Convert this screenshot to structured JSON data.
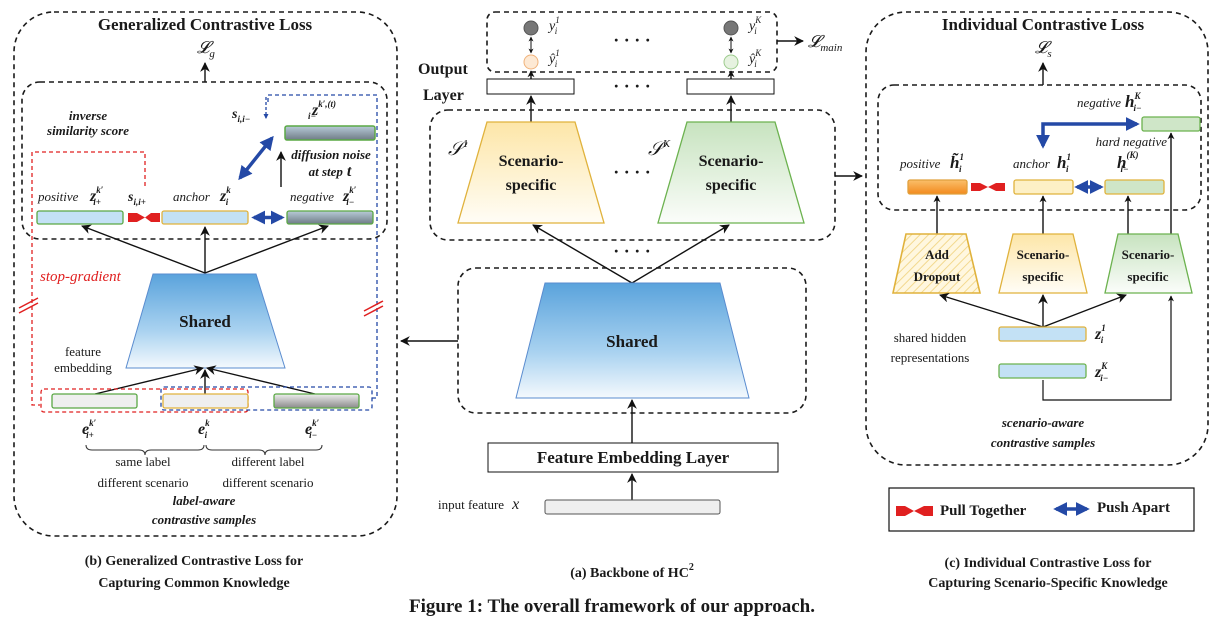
{
  "figure": {
    "caption": "Figure 1: The overall framework of our approach.",
    "colors": {
      "shared_top": "#5aa3dc",
      "shared_bottom": "#f4f9fd",
      "scenario1_stroke": "#e0b23c",
      "scenario1_fill": "#fde9b5",
      "scenarioK_stroke": "#6cb24f",
      "scenarioK_fill": "#cfe6c8",
      "pull_red": "#e02020",
      "push_blue": "#2449a6",
      "stop_gradient_red": "#e02020",
      "negative_blue_dash": "#2449a6"
    }
  },
  "panel_b": {
    "title": "Generalized Contrastive Loss",
    "loss_symbol": "𝓛",
    "loss_sub": "g",
    "inverse_label_1": "inverse",
    "inverse_label_2": "similarity score",
    "s_neg": "s",
    "s_neg_sub": "i,i−",
    "s_pos": "s",
    "s_pos_sub": "i,i+",
    "noisy_z": "z",
    "noisy_z_sup": "k′,(t)",
    "noisy_z_sub": "i−",
    "diffusion_1": "diffusion noise",
    "diffusion_2": "at step",
    "diffusion_t": "t",
    "positive_label": "positive",
    "anchor_label": "anchor",
    "negative_label": "negative",
    "z_pos": "z",
    "z_pos_sup": "k′",
    "z_pos_sub": "i+",
    "z_anchor": "z",
    "z_anchor_sup": "k",
    "z_anchor_sub": "i",
    "z_neg": "z",
    "z_neg_sup": "k′",
    "z_neg_sub": "i−",
    "stop_gradient": "stop-gradient",
    "shared_label": "Shared",
    "feature_embedding_1": "feature",
    "feature_embedding_2": "embedding",
    "e_pos": "e",
    "e_pos_sup": "k′",
    "e_pos_sub": "i+",
    "e_anchor": "e",
    "e_anchor_sup": "k",
    "e_anchor_sub": "i",
    "e_neg": "e",
    "e_neg_sup": "k′",
    "e_neg_sub": "i−",
    "same_label": "same label",
    "different_scenario_1": "different scenario",
    "different_label": "different label",
    "different_scenario_2": "different scenario",
    "samples_1": "label-aware",
    "samples_2": "contrastive samples",
    "caption_1": "(b) Generalized Contrastive Loss for",
    "caption_2": "Capturing Common Knowledge"
  },
  "panel_a": {
    "y1": "y",
    "y1_sup": "1",
    "y1_sub": "i",
    "yK": "y",
    "yK_sup": "K",
    "yK_sub": "i",
    "yhat1": "ŷ",
    "yhat1_sup": "1",
    "yhat1_sub": "i",
    "yhatK": "ŷ",
    "yhatK_sup": "K",
    "yhatK_sub": "i",
    "main_loss": "𝓛",
    "main_loss_sub": "main",
    "output_layer_1": "Output",
    "output_layer_2": "Layer",
    "s1": "𝒮",
    "s1_sup": "1",
    "sK": "𝒮",
    "sK_sup": "K",
    "scenario_1": "Scenario-",
    "scenario_2": "specific",
    "shared_label": "Shared",
    "feature_embedding_layer": "Feature Embedding Layer",
    "input_feature": "input feature",
    "input_x": "x",
    "caption": "(a) Backbone of HC",
    "caption_sup": "2",
    "ellipsis": "· · · ·"
  },
  "panel_c": {
    "title": "Individual Contrastive Loss",
    "loss_symbol": "𝓛",
    "loss_sub": "s",
    "negative_label": "negative",
    "h_negK": "h",
    "h_negK_sup": "K",
    "h_negK_sub": "i−",
    "hard_negative": "hard negative",
    "positive_label": "positive",
    "h_pos": "h̃",
    "h_pos_sup": "1",
    "h_pos_sub": "i",
    "anchor_label": "anchor",
    "h_anchor": "h",
    "h_anchor_sup": "1",
    "h_anchor_sub": "i",
    "h_neg": "h",
    "h_neg_sup": "(K)",
    "h_neg_sub": "i−",
    "dropout_1": "Add",
    "dropout_2": "Dropout",
    "scenario_1": "Scenario-",
    "scenario_2": "specific",
    "shared_hidden_1": "shared hidden",
    "shared_hidden_2": "representations",
    "z1": "z",
    "z1_sup": "1",
    "z1_sub": "i",
    "zK": "z",
    "zK_sup": "K",
    "zK_sub": "i−",
    "samples_1": "scenario-aware",
    "samples_2": "contrastive samples",
    "caption_1": "(c) Individual Contrastive Loss for",
    "caption_2": "Capturing Scenario-Specific Knowledge"
  },
  "legend": {
    "pull": "Pull Together",
    "push": "Push Apart"
  }
}
